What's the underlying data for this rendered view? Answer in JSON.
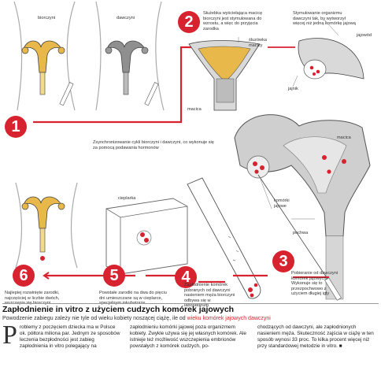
{
  "labels": {
    "biorczyni": "biorczyni",
    "dawczyni": "dawczyni",
    "step2_text": "Służebka wyściełająca macicę biorczyni jest stymulowana do wzrostu, a więc do przyjęcia zarodka",
    "sluzowka": "śluzówka macicy",
    "macica_small": "macica",
    "stim_text": "Stymulowanie organizmu dawczyni tak, by wytworzył więcej niż jedną komórkę jajową",
    "jajowod": "jajowód",
    "jajnik": "jajnik",
    "step1_text": "Zsynchronizowanie cykli biorczyni i dawczyni, co wykonuje się za pomocą podawania hormonów",
    "macica_big": "macica",
    "komorki_jajowe": "komórki jajowe",
    "cieplarka": "cieplarka",
    "pochwa": "pochwa",
    "step6_text": "Najlepiej rozwinięte zarodki, najczęściej w liczbie dwóch, wszczepia się biorczyni",
    "step5_text": "Powstałe zarodki na dwa do pięciu dni umieszczane są w cieplarce, specjalnym inkubatorze",
    "step4_text": "Zapłodnienie komórek pobranych od dawczyni nasieniem męża biorczyni odbywa się w laboratorium",
    "step3_text": "Pobieranie od dawczyni komórek jajowych. Wykonuje się to przezpochwowo z użyciem długiej igły"
  },
  "steps": [
    "1",
    "2",
    "3",
    "4",
    "5",
    "6"
  ],
  "article": {
    "title": "Zapłodnienie in vitro z użyciem cudzych komórek jajowych",
    "subtitle_prefix": "Powodzenie zabiegu zależy nie tyle od wieku kobiety noszącej ciążę, ile od ",
    "subtitle_highlight": "wieku komórek jajowych dawczyni",
    "dropcap": "P",
    "col1": "roblemy z poczęciem dziecka ma w Polsce ok. półtora miliona par. Jednym ze sposobów leczenia bezpłodności jest zabieg zapłodnienia in vitro polegający na",
    "col2": "zapłodnieniu komórki jajowej poza organizmem kobiety. Zwykle używa się jej własnych komórek. Ale istnieje też możliwość wszczepienia embrionów powstałych z komórek cudzych, po-",
    "col3": "chodzących od dawczyni, ale zapłodnionych nasieniem męża. Skuteczność zajścia w ciążę w ten sposób wynosi 33 proc. To kilka procent więcej niż przy standardowej metodzie in vitro. ■"
  },
  "colors": {
    "accent": "#d7232f",
    "uterus_yellow": "#e8b84a",
    "uterus_gray": "#8f8f8f",
    "body_gray": "#cfcfcf"
  }
}
